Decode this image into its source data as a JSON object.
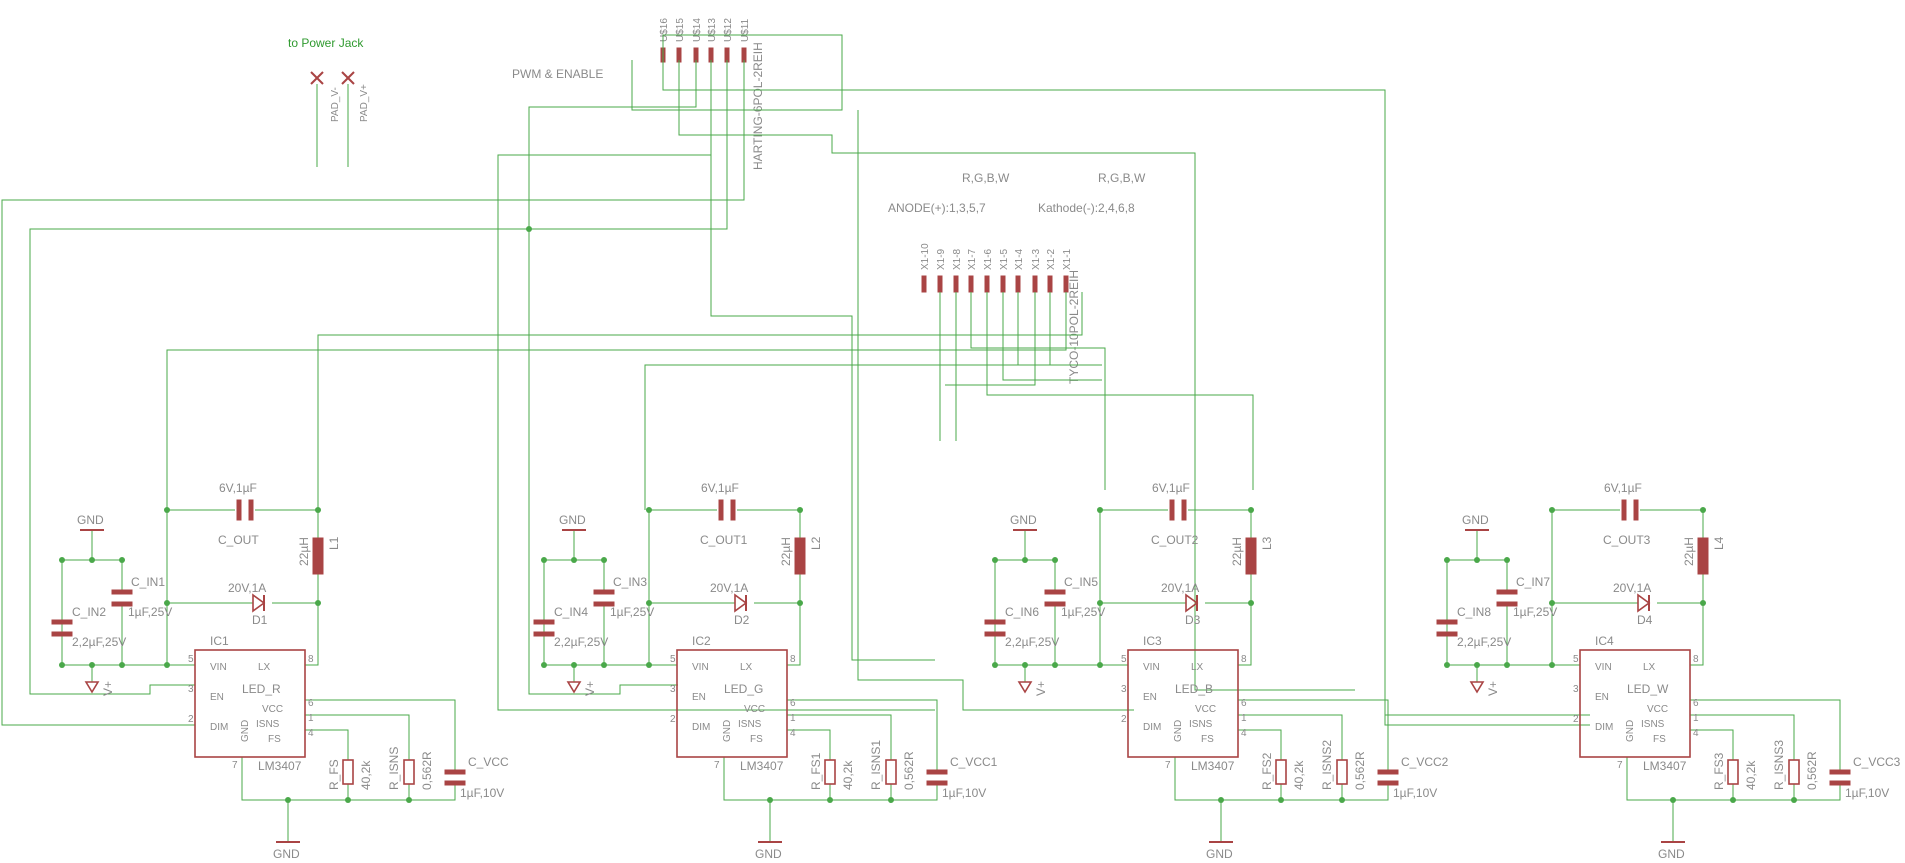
{
  "header": {
    "power_jack_note": "to Power Jack",
    "pad_minus": "PAD_V-",
    "pad_plus": "PAD_V+",
    "pwm_note": "PWM & ENABLE",
    "rgbw_1": "R,G,B,W",
    "rgbw_2": "R,G,B,W",
    "anode": "ANODE(+):1,3,5,7",
    "kathode": "Kathode(-):2,4,6,8"
  },
  "connector_6pol": {
    "name": "HARTING-6POL-2REIH",
    "pins": [
      "U$16",
      "U$15",
      "U$14",
      "U$13",
      "U$12",
      "U$11"
    ]
  },
  "connector_10pol": {
    "name": "TYCO-10POL-2REIH",
    "pins": [
      "X1-10",
      "X1-9",
      "X1-8",
      "X1-7",
      "X1-6",
      "X1-5",
      "X1-4",
      "X1-3",
      "X1-2",
      "X1-1"
    ]
  },
  "channels": [
    {
      "ic": "IC1",
      "led": "LED_R",
      "l": "L1",
      "d": "D1",
      "cout": "C_OUT",
      "cin_a": "C_IN1",
      "cin_b": "C_IN2",
      "rfs": "R_FS",
      "risns": "R_ISNS",
      "cvcc": "C_VCC"
    },
    {
      "ic": "IC2",
      "led": "LED_G",
      "l": "L2",
      "d": "D2",
      "cout": "C_OUT1",
      "cin_a": "C_IN3",
      "cin_b": "C_IN4",
      "rfs": "R_FS1",
      "risns": "R_ISNS1",
      "cvcc": "C_VCC1"
    },
    {
      "ic": "IC3",
      "led": "LED_B",
      "l": "L3",
      "d": "D3",
      "cout": "C_OUT2",
      "cin_a": "C_IN5",
      "cin_b": "C_IN6",
      "rfs": "R_FS2",
      "risns": "R_ISNS2",
      "cvcc": "C_VCC2"
    },
    {
      "ic": "IC4",
      "led": "LED_W",
      "l": "L4",
      "d": "D4",
      "cout": "C_OUT3",
      "cin_a": "C_IN7",
      "cin_b": "C_IN8",
      "rfs": "R_FS3",
      "risns": "R_ISNS3",
      "cvcc": "C_VCC3"
    }
  ],
  "common": {
    "ic_type": "LM3407",
    "pin_vin": "VIN",
    "pin_lx": "LX",
    "pin_en": "EN",
    "pin_dim": "DIM",
    "pin_vcc": "VCC",
    "pin_isns": "ISNS",
    "pin_fs": "FS",
    "pin_gnd": "GND",
    "cout_value": "6V,1µF",
    "inductor_value": "22µH",
    "diode_value": "20V,1A",
    "cin_a_value": "1µF,25V",
    "cin_b_value": "2,2µF,25V",
    "rfs_value": "40,2k",
    "risns_value": "0,562R",
    "cvcc_value": "1µF,10V",
    "gnd": "GND",
    "vplus": "V+",
    "pin_numbers": {
      "vin": "5",
      "en": "3",
      "dim": "2",
      "gnd": "7",
      "lx": "8",
      "vcc": "6",
      "isns": "1",
      "fs": "4"
    }
  },
  "colors": {
    "wire": "#4aa84a",
    "part": "#a94444",
    "text": "#8a8a8a",
    "note": "#2f9a2f"
  }
}
